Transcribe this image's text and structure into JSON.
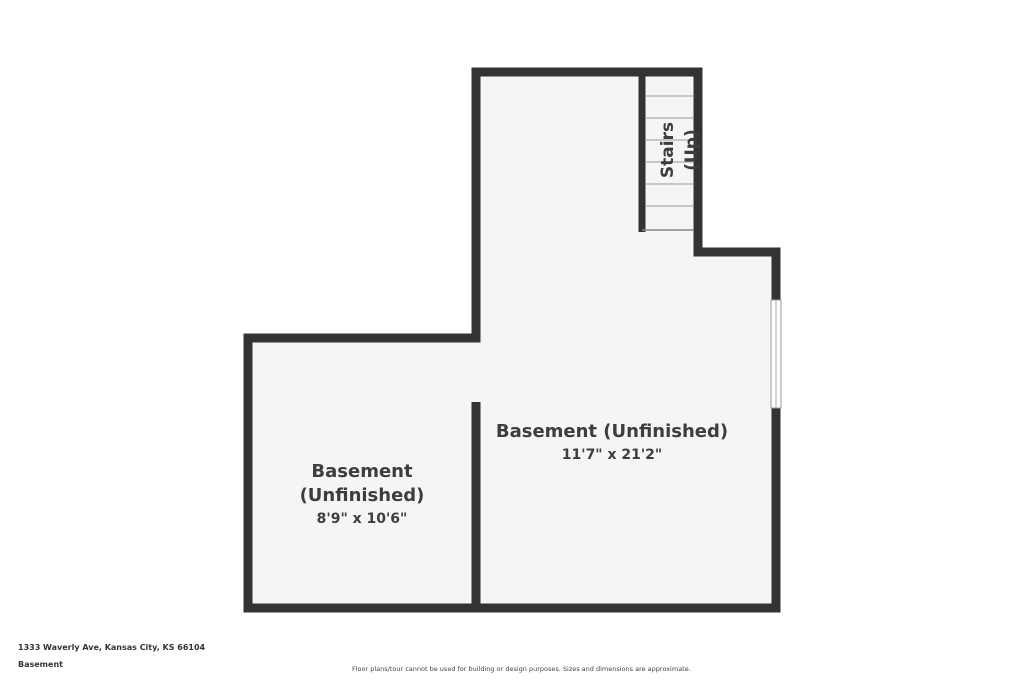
{
  "rooms": [
    {
      "name": "Basement (Unfinished)",
      "dimensions": "11'7\" x 21'2\""
    },
    {
      "name_line1": "Basement",
      "name_line2": "(Unfinished)",
      "dimensions": "8'9\" x 10'6\""
    }
  ],
  "stairs": {
    "label": "Stairs (Up)"
  },
  "footer": {
    "address": "1333 Waverly Ave, Kansas City, KS 66104",
    "floor": "Basement",
    "disclaimer": "Floor plans/tour cannot be used for building or design purposes. Sizes and dimensions are approximate."
  },
  "colors": {
    "wall": "#333333",
    "floor": "#f5f5f5",
    "text": "#3d3d3d"
  }
}
